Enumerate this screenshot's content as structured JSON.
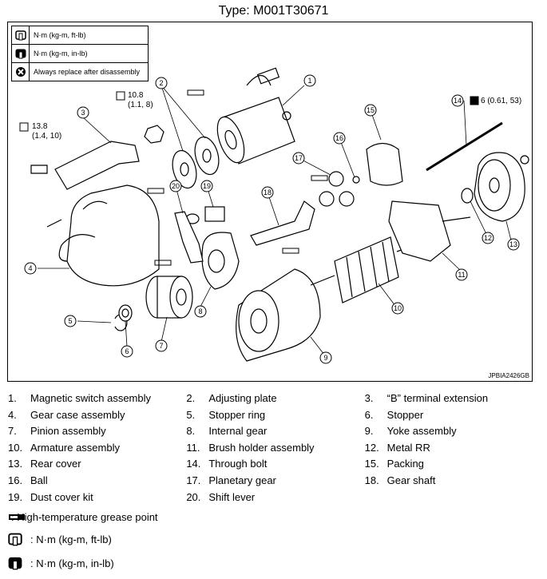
{
  "title": "Type: M001T30671",
  "legend": {
    "items": [
      {
        "icon": "torque-wrench-ft-lb-icon",
        "label": "N·m (kg-m, ft-lb)"
      },
      {
        "icon": "torque-wrench-in-lb-icon",
        "label": "N·m (kg-m, in-lb)"
      },
      {
        "icon": "replace-after-disassembly-icon",
        "label": "Always replace after disassembly"
      }
    ]
  },
  "callouts": {
    "torque_3": {
      "value": "13.8",
      "sub": "(1.4, 10)"
    },
    "torque_2": {
      "value": "10.8",
      "sub": "(1.1, 8)"
    },
    "torque_14": {
      "value": "6 (0.61, 53)"
    }
  },
  "reference_code": "JPBIA2426GB",
  "part_numbers": [
    "1",
    "2",
    "3",
    "4",
    "5",
    "6",
    "7",
    "8",
    "9",
    "10",
    "11",
    "12",
    "13",
    "14",
    "15",
    "16",
    "17",
    "18",
    "19",
    "20"
  ],
  "parts": [
    [
      {
        "num": "1.",
        "name": "Magnetic switch assembly"
      },
      {
        "num": "2.",
        "name": "Adjusting plate"
      },
      {
        "num": "3.",
        "name": "“B” terminal extension"
      }
    ],
    [
      {
        "num": "4.",
        "name": "Gear case assembly"
      },
      {
        "num": "5.",
        "name": "Stopper ring"
      },
      {
        "num": "6.",
        "name": "Stopper"
      }
    ],
    [
      {
        "num": "7.",
        "name": "Pinion assembly"
      },
      {
        "num": "8.",
        "name": "Internal gear"
      },
      {
        "num": "9.",
        "name": "Yoke assembly"
      }
    ],
    [
      {
        "num": "10.",
        "name": "Armature assembly"
      },
      {
        "num": "11.",
        "name": "Brush holder assembly"
      },
      {
        "num": "12.",
        "name": "Metal RR"
      }
    ],
    [
      {
        "num": "13.",
        "name": "Rear cover"
      },
      {
        "num": "14.",
        "name": "Through bolt"
      },
      {
        "num": "15.",
        "name": "Packing"
      }
    ],
    [
      {
        "num": "16.",
        "name": "Ball"
      },
      {
        "num": "17.",
        "name": "Planetary gear"
      },
      {
        "num": "18.",
        "name": "Gear shaft"
      }
    ],
    [
      {
        "num": "19.",
        "name": "Dust cover kit"
      },
      {
        "num": "20.",
        "name": "Shift lever"
      },
      {
        "num": "",
        "name": ""
      }
    ]
  ],
  "footnotes": {
    "grease": ": High-temperature grease point",
    "ftlb": ": N·m (kg-m, ft-lb)",
    "inlb": ": N·m (kg-m, in-lb)"
  }
}
